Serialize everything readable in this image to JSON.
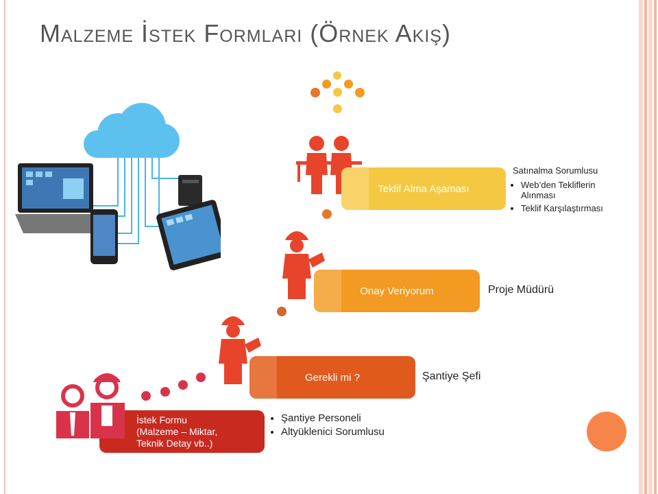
{
  "slide": {
    "title": "Malzeme İstek Formları (Örnek Akış)"
  },
  "steps": {
    "teklif": {
      "label": "Teklif Alma Aşaması",
      "color": "#f5c842"
    },
    "onay": {
      "label": "Onay Veriyorum",
      "color": "#f29a21"
    },
    "gerekli": {
      "label": "Gerekli mi ?",
      "color": "#e05a1e"
    },
    "istek": {
      "label": "İstek Formu\n(Malzeme – Miktar,\nTeknik Detay vb..)",
      "color": "#c92a20"
    }
  },
  "roles": {
    "teklif": {
      "heading": "Satınalma Sorumlusu",
      "items": [
        "Web’den Tekliflerin Alınması",
        "Teklif Karşılaştırması"
      ]
    },
    "onay": {
      "heading": "Proje Müdürü"
    },
    "gerekli": {
      "heading": "Şantiye Şefi"
    },
    "istek": {
      "items": [
        "Şantiye Personeli",
        "Altyüklenici Sorumlusu"
      ]
    }
  },
  "icons": {
    "cloud": "cloud-network-icon",
    "worker": "construction-worker-icon",
    "team": "business-team-icon",
    "person": "person-icon"
  }
}
